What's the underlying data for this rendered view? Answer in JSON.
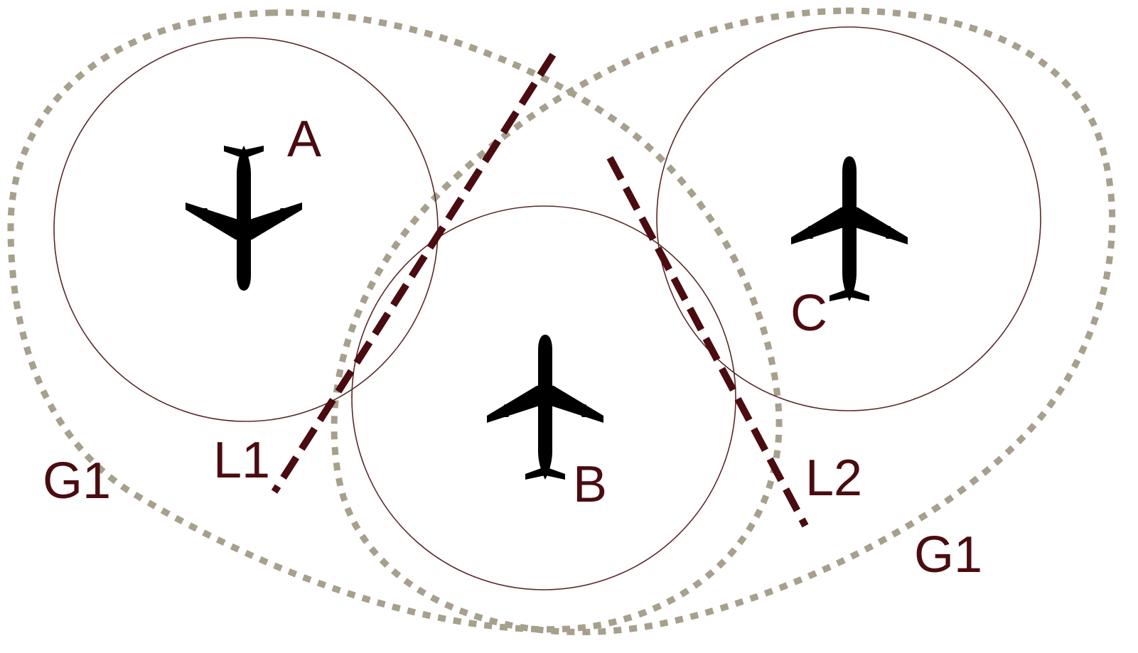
{
  "zones": [
    {
      "id": "A",
      "label": "A"
    },
    {
      "id": "B",
      "label": "B"
    },
    {
      "id": "C",
      "label": "C"
    }
  ],
  "lines": [
    {
      "id": "L1",
      "label": "L1"
    },
    {
      "id": "L2",
      "label": "L2"
    }
  ],
  "groups": [
    {
      "id": "G1-left",
      "label": "G1"
    },
    {
      "id": "G1-right",
      "label": "G1"
    }
  ],
  "colors": {
    "label": "#4a0c10",
    "circle": "#5a2828",
    "group_outline": "#a6a08c",
    "separation_line": "#4a0c10"
  },
  "icons": [
    "airplane-icon"
  ]
}
